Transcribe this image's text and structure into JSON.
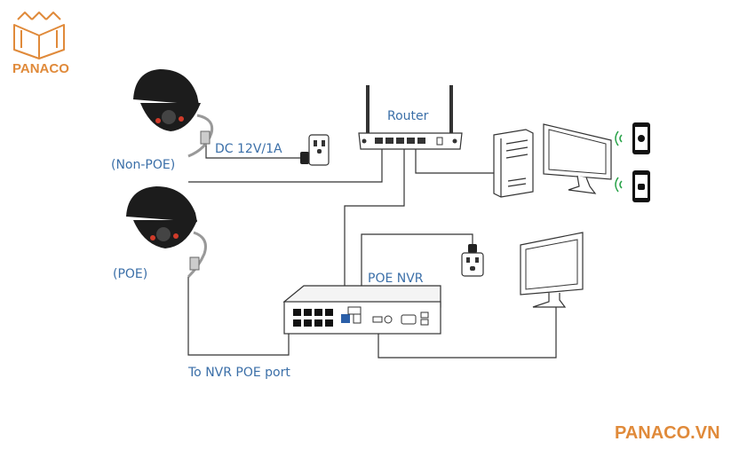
{
  "brand": {
    "logo_text": "PANACO",
    "website": "PANACO.VN",
    "color": "#e08a3a"
  },
  "labels": {
    "router": "Router",
    "dc_power": "DC 12V/1A",
    "non_poe": "(Non-POE)",
    "poe": "(POE)",
    "poe_nvr": "POE NVR",
    "nvr_poe_port": "To NVR POE port"
  },
  "colors": {
    "label": "#3b6fa8",
    "line": "#333333",
    "camera": "#1c1c1c"
  }
}
